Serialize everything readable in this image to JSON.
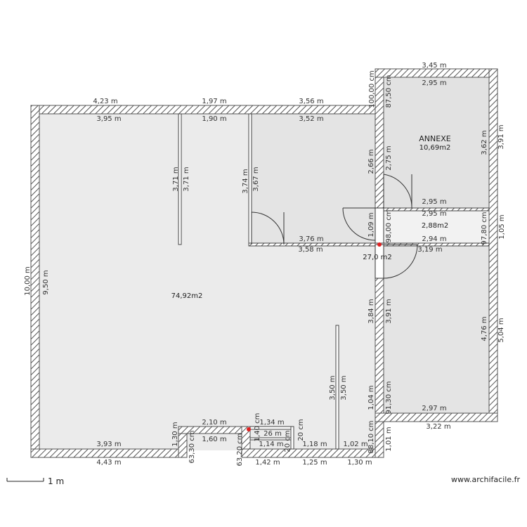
{
  "rooms": [
    {
      "id": "main",
      "area": "74,92m2"
    },
    {
      "id": "annexe",
      "name": "ANNEXE",
      "area": "10,69m2"
    },
    {
      "id": "corridor",
      "area": "2,88m2"
    },
    {
      "id": "hall",
      "area": "27,0 m2"
    }
  ],
  "dimensions": [
    "3,45 m",
    "2,95 m",
    "4,23 m",
    "1,97 m",
    "3,56 m",
    "100,00 cm",
    "3,95 m",
    "1,90 m",
    "3,52 m",
    "87,50 cm",
    "3,62 m",
    "3,91 m",
    "2,66 m",
    "2,75 m",
    "3,71 m",
    "3,71 m",
    "3,74 m",
    "3,67 m",
    "2,95 m",
    "2,95 m",
    "1,05 m",
    "97,80 cm",
    "1,09 m",
    "98,00 cm",
    "3,76 m",
    "2,94 m",
    "3,58 m",
    "3,19 m",
    "10,00 m",
    "9,50 m",
    "3,84 m",
    "3,91 m",
    "4,76 m",
    "5,04 m",
    "3,50 m",
    "3,50 m",
    "1,04 m",
    "91,30 cm",
    "2,97 m",
    "3,22 m",
    "2,10 m",
    "1,34 m",
    "26 m",
    "1,60 m",
    "1,14 m",
    "1,18 m",
    "1,02 m",
    "3,93 m",
    "4,43 m",
    "1,42 m",
    "1,25 m",
    "1,30 m",
    "1,01 m",
    "1,30 m",
    "63,30 cm",
    "63,20 cm",
    "1,40 cm",
    "20 cm",
    "20 cm",
    "88,10 cm"
  ],
  "scale": {
    "label": "1 m"
  },
  "footer": {
    "site": "www.archifacile.fr"
  },
  "colors": {
    "wall_stroke": "#555555",
    "floor": "#ebebeb",
    "floor_light": "#f2f2f2",
    "accent": "#e02020"
  }
}
